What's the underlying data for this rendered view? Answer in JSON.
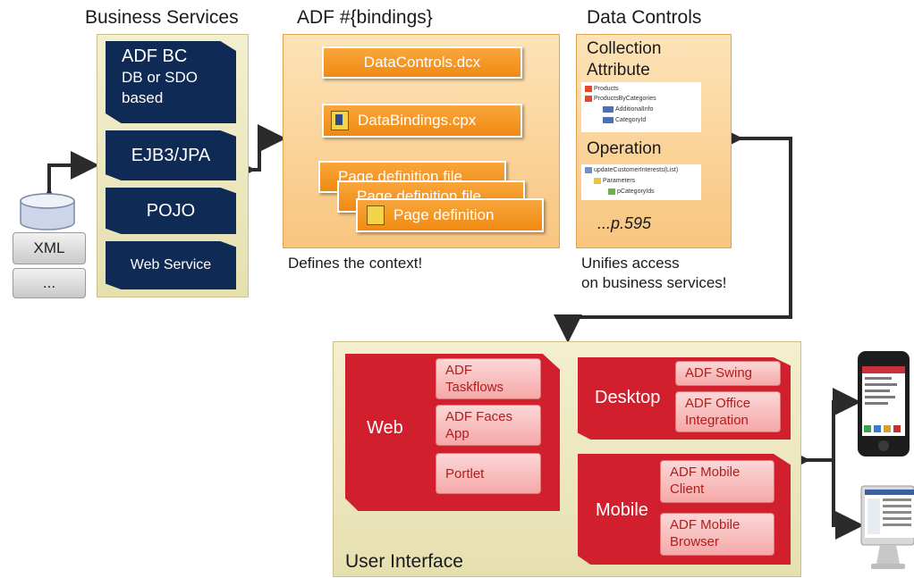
{
  "business_services": {
    "title": "Business Services",
    "items": [
      "ADF BC",
      "DB or SDO",
      "based",
      "EJB3/JPA",
      "POJO",
      "Web Service"
    ],
    "sources": [
      "XML",
      "..."
    ]
  },
  "bindings": {
    "title": "ADF #{bindings}",
    "files": [
      "DataControls.dcx",
      "DataBindings.cpx",
      "Page definition file",
      "Page definition file",
      "Page definition"
    ],
    "caption": "Defines the context!"
  },
  "data_controls": {
    "title": "Data Controls",
    "collection_label": "Collection",
    "attribute_label": "Attribute",
    "tree1": [
      "Products",
      "ProductsByCategories",
      "AdditionalInfo",
      "CategoryId"
    ],
    "operation_label": "Operation",
    "tree2": [
      "updateCustomerInterests(List)",
      "Parameters",
      "pCategoryIds"
    ],
    "page_ref": "...p.595",
    "caption_line1": "Unifies access",
    "caption_line2": "on business services!"
  },
  "user_interface": {
    "title": "User Interface",
    "web": {
      "label": "Web",
      "items": [
        "ADF Taskflows",
        "ADF Faces App",
        "Portlet"
      ]
    },
    "desktop": {
      "label": "Desktop",
      "items": [
        "ADF Swing",
        "ADF Office Integration"
      ]
    },
    "mobile": {
      "label": "Mobile",
      "items": [
        "ADF Mobile Client",
        "ADF Mobile Browser"
      ]
    }
  },
  "colors": {
    "navy": "#0f2a55",
    "orange": "#ef8a12",
    "red": "#d21f2e",
    "tan": "#ede7c0",
    "arrow": "#2b2b2b"
  },
  "icons": [
    "database-icon",
    "smartphone-icon",
    "desktop-monitor-icon",
    "file-icon",
    "tree-node-icon"
  ]
}
